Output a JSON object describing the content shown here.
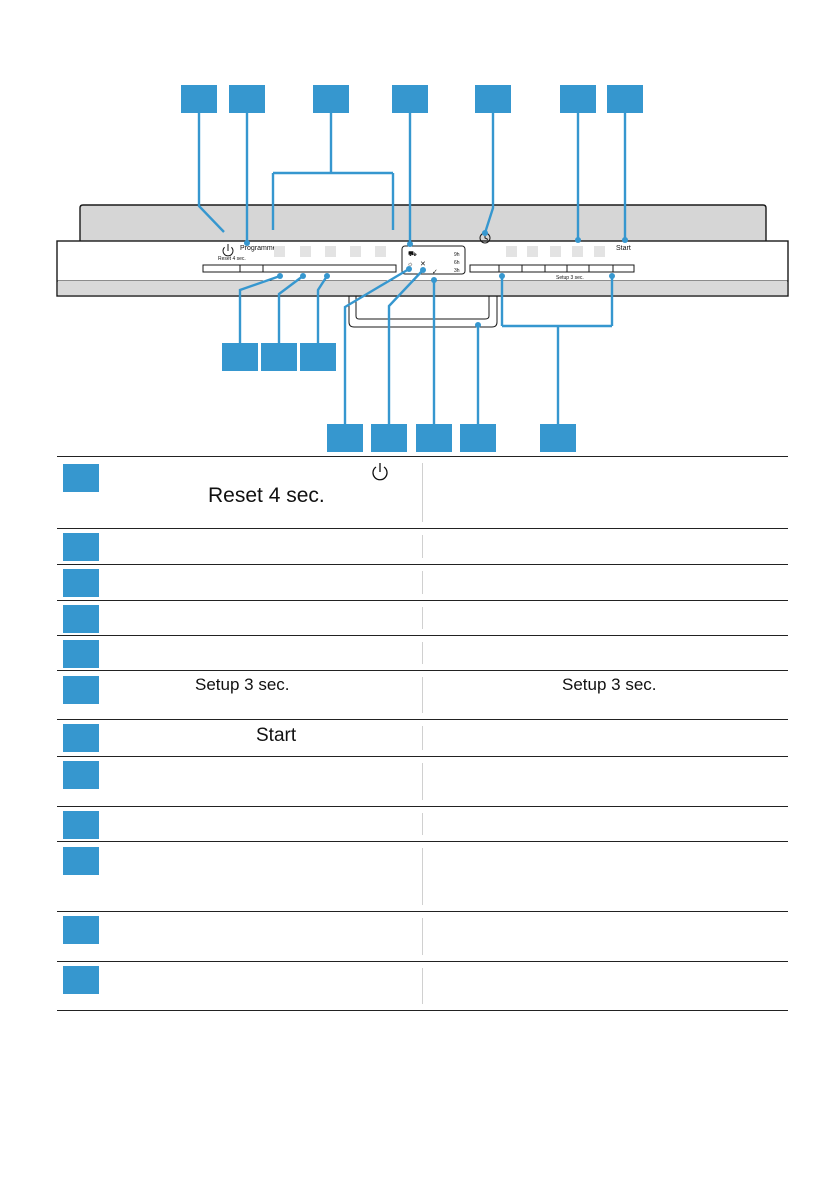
{
  "panel": {
    "power_symbol_label": "Reset 4 sec.",
    "programme_label": "Programme",
    "start_label": "Start",
    "right_group_label": "Setup 3 sec.",
    "time_left": [
      "9h",
      "6h",
      "3h"
    ]
  },
  "legend": {
    "rows": [
      {
        "id": 1,
        "left_text": "Reset 4 sec.",
        "right_text": ""
      },
      {
        "id": 2,
        "left_text": "",
        "right_text": ""
      },
      {
        "id": 3,
        "left_text": "",
        "right_text": ""
      },
      {
        "id": 4,
        "left_text": "",
        "right_text": ""
      },
      {
        "id": 5,
        "left_text": "",
        "right_text": ""
      },
      {
        "id": 6,
        "left_text": "Setup 3 sec.",
        "right_text": "Setup 3 sec."
      },
      {
        "id": 7,
        "left_text": "Start",
        "right_text": ""
      },
      {
        "id": 8,
        "left_text": "",
        "right_text": ""
      },
      {
        "id": 9,
        "left_text": "",
        "right_text": ""
      },
      {
        "id": 10,
        "left_text": "",
        "right_text": ""
      },
      {
        "id": 11,
        "left_text": "",
        "right_text": ""
      },
      {
        "id": 12,
        "left_text": "",
        "right_text": ""
      }
    ]
  },
  "colors": {
    "callout": "#3697cf",
    "line": "#1a1a1a"
  }
}
